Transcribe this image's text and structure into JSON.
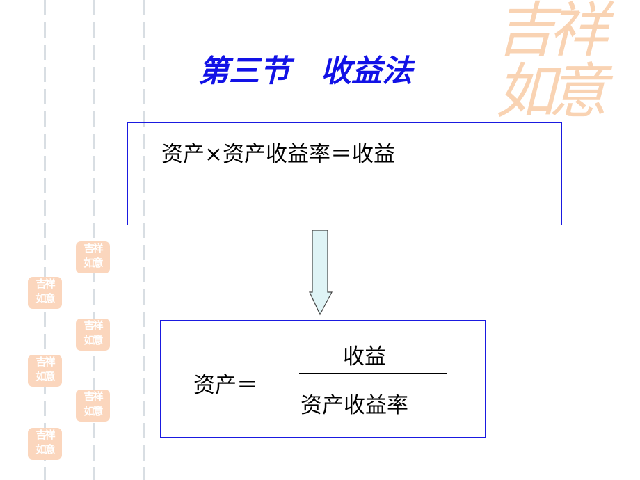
{
  "title": "第三节　收益法",
  "watermark": "吉祥如意",
  "seal_text": "吉祥如意",
  "box1": {
    "formula": "资产×资产收益率＝收益"
  },
  "box2": {
    "lhs": "资产＝",
    "numerator": "收益",
    "denominator": "资产收益率"
  },
  "colors": {
    "title": "#1212e6",
    "border": "#1a1ae0",
    "arrow_fill": "#dff4f6",
    "seal": "#fbd6bd"
  }
}
